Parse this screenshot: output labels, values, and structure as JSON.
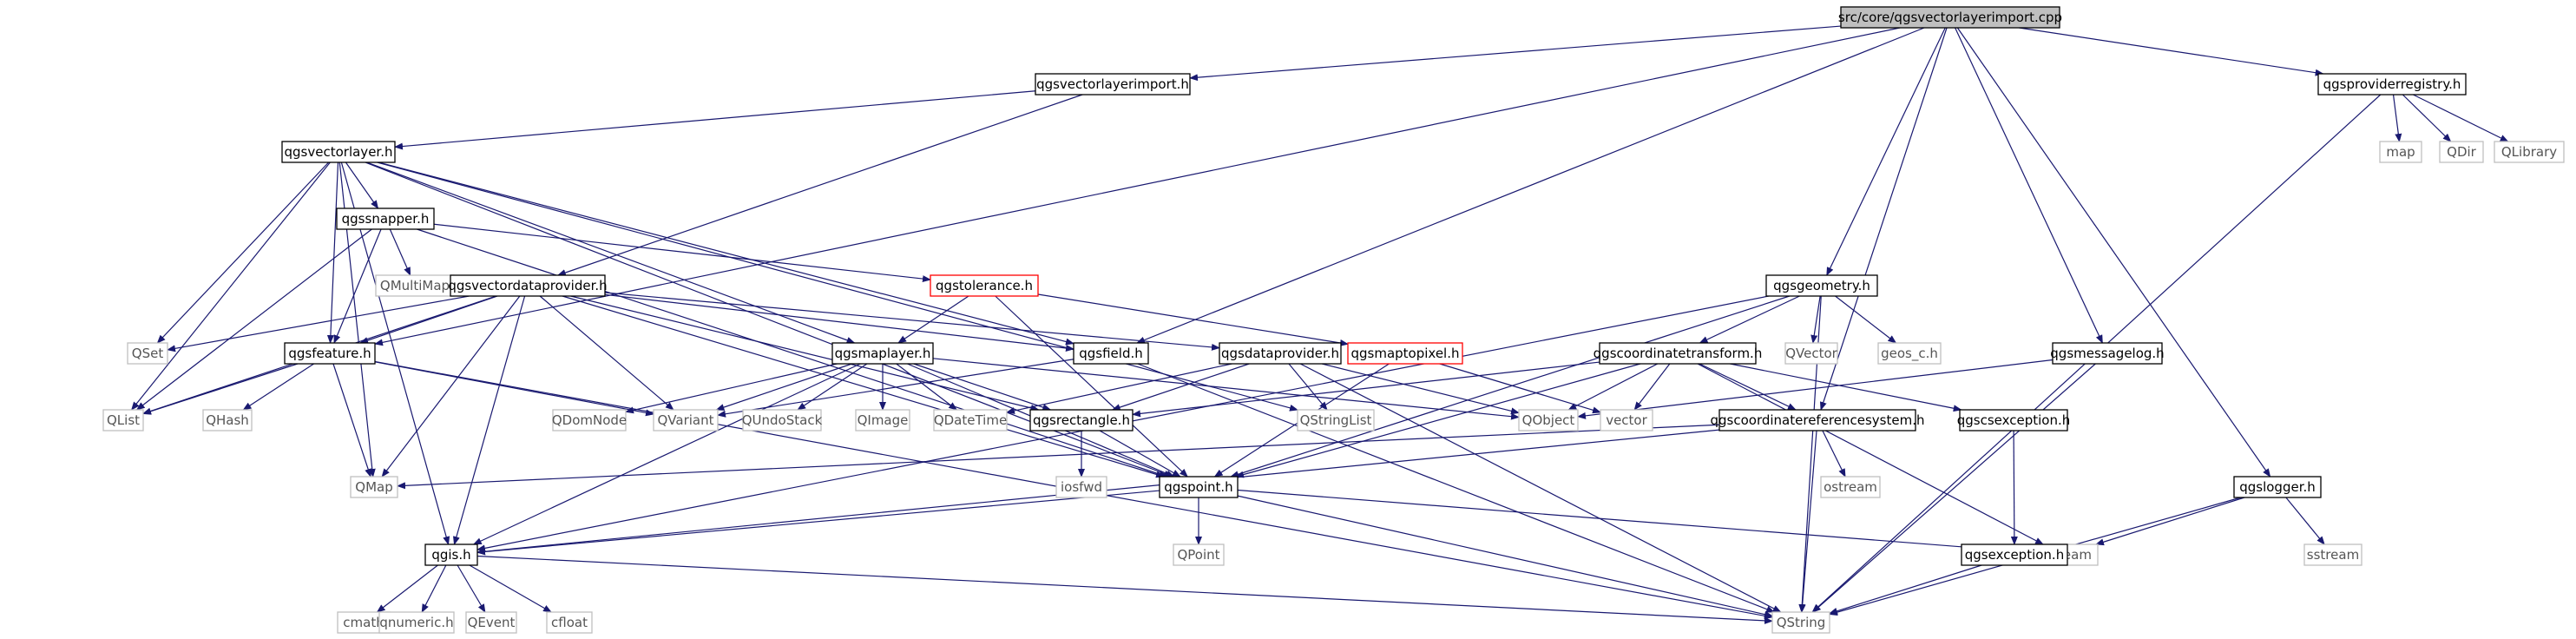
{
  "graph": {
    "colors": {
      "edge": "#191970",
      "box_border": "#000000",
      "box_border_gray": "#bfbfbf",
      "box_border_red": "#ff0000",
      "root_fill": "#bfbfbf",
      "text_dark": "#000000",
      "text_gray": "#555555"
    },
    "nodes": {
      "root": "src/core/qgsvectorlayerimport.cpp",
      "vli": "qgsvectorlayerimport.h",
      "preg": "qgsproviderregistry.h",
      "map": "map",
      "qdir": "QDir",
      "qlib": "QLibrary",
      "vl": "qgsvectorlayer.h",
      "snap": "qgssnapper.h",
      "qmm": "QMultiMap",
      "vdp": "qgsvectordataprovider.h",
      "tol": "qgstolerance.h",
      "m2p": "qgsmaptopixel.h",
      "qset": "QSet",
      "feat": "qgsfeature.h",
      "ml": "qgsmaplayer.h",
      "field": "qgsfield.h",
      "dp": "qgsdataprovider.h",
      "geom": "qgsgeometry.h",
      "qvec": "QVector",
      "geosc": "geos_c.h",
      "ct": "qgscoordinatetransform.h",
      "mlog": "qgsmessagelog.h",
      "qlist": "QList",
      "qhash": "QHash",
      "qdom": "QDomNode",
      "qvar": "QVariant",
      "qundo": "QUndoStack",
      "qimg": "QImage",
      "qdt": "QDateTime",
      "rect": "qgsrectangle.h",
      "qsl": "QStringList",
      "qobj": "QObject",
      "vector": "vector",
      "crs": "qgscoordinatereferencesystem.h",
      "csex": "qgscsexception.h",
      "logger": "qgslogger.h",
      "qmap": "QMap",
      "iosfwd": "iosfwd",
      "point": "qgspoint.h",
      "ostream": "ostream",
      "qpoint": "QPoint",
      "iostream": "iostream",
      "exc": "qgsexception.h",
      "sstream": "sstream",
      "qgis": "qgis.h",
      "cmath": "cmath",
      "qnum": "qnumeric.h",
      "qevent": "QEvent",
      "cfloat": "cfloat",
      "qstring": "QString"
    },
    "edges": [
      [
        "root",
        "vli"
      ],
      [
        "root",
        "preg"
      ],
      [
        "root",
        "feat"
      ],
      [
        "root",
        "field"
      ],
      [
        "root",
        "geom"
      ],
      [
        "root",
        "crs"
      ],
      [
        "root",
        "mlog"
      ],
      [
        "root",
        "logger"
      ],
      [
        "vli",
        "vl"
      ],
      [
        "vli",
        "vdp"
      ],
      [
        "preg",
        "map"
      ],
      [
        "preg",
        "qdir"
      ],
      [
        "preg",
        "qlib"
      ],
      [
        "preg",
        "qstring"
      ],
      [
        "vl",
        "snap"
      ],
      [
        "vl",
        "qset"
      ],
      [
        "vl",
        "qlist"
      ],
      [
        "vl",
        "qmap"
      ],
      [
        "vl",
        "qgis"
      ],
      [
        "vl",
        "feat"
      ],
      [
        "vl",
        "ml"
      ],
      [
        "vl",
        "field"
      ],
      [
        "vl",
        "qsl"
      ],
      [
        "vl",
        "point"
      ],
      [
        "snap",
        "qmm"
      ],
      [
        "snap",
        "tol"
      ],
      [
        "snap",
        "feat"
      ],
      [
        "snap",
        "qlist"
      ],
      [
        "snap",
        "point"
      ],
      [
        "vdp",
        "qset"
      ],
      [
        "vdp",
        "qlist"
      ],
      [
        "vdp",
        "feat"
      ],
      [
        "vdp",
        "qmap"
      ],
      [
        "vdp",
        "qgis"
      ],
      [
        "vdp",
        "field"
      ],
      [
        "vdp",
        "dp"
      ],
      [
        "vdp",
        "rect"
      ],
      [
        "vdp",
        "qvar"
      ],
      [
        "vdp",
        "point"
      ],
      [
        "tol",
        "ml"
      ],
      [
        "tol",
        "m2p"
      ],
      [
        "tol",
        "point"
      ],
      [
        "feat",
        "qlist"
      ],
      [
        "feat",
        "qhash"
      ],
      [
        "feat",
        "qmap"
      ],
      [
        "feat",
        "qvar"
      ],
      [
        "feat",
        "qstring"
      ],
      [
        "ml",
        "qgis"
      ],
      [
        "ml",
        "qdom"
      ],
      [
        "ml",
        "qvar"
      ],
      [
        "ml",
        "qundo"
      ],
      [
        "ml",
        "qimg"
      ],
      [
        "ml",
        "qdt"
      ],
      [
        "ml",
        "rect"
      ],
      [
        "ml",
        "qobj"
      ],
      [
        "ml",
        "point"
      ],
      [
        "field",
        "qvar"
      ],
      [
        "field",
        "qstring"
      ],
      [
        "dp",
        "qdt"
      ],
      [
        "dp",
        "qsl"
      ],
      [
        "dp",
        "qobj"
      ],
      [
        "dp",
        "rect"
      ],
      [
        "dp",
        "qstring"
      ],
      [
        "m2p",
        "point"
      ],
      [
        "m2p",
        "vector"
      ],
      [
        "geom",
        "qvec"
      ],
      [
        "geom",
        "geosc"
      ],
      [
        "geom",
        "ct"
      ],
      [
        "geom",
        "qgis"
      ],
      [
        "geom",
        "point"
      ],
      [
        "geom",
        "qstring"
      ],
      [
        "ct",
        "qobj"
      ],
      [
        "ct",
        "vector"
      ],
      [
        "ct",
        "rect"
      ],
      [
        "ct",
        "crs"
      ],
      [
        "ct",
        "csex"
      ],
      [
        "ct",
        "point"
      ],
      [
        "ct",
        "iostream"
      ],
      [
        "mlog",
        "qobj"
      ],
      [
        "mlog",
        "qstring"
      ],
      [
        "rect",
        "iosfwd"
      ],
      [
        "rect",
        "point"
      ],
      [
        "crs",
        "qmap"
      ],
      [
        "crs",
        "ostream"
      ],
      [
        "crs",
        "qstring"
      ],
      [
        "crs",
        "qgis"
      ],
      [
        "csex",
        "exc"
      ],
      [
        "point",
        "qpoint"
      ],
      [
        "point",
        "iostream"
      ],
      [
        "point",
        "qstring"
      ],
      [
        "point",
        "qgis"
      ],
      [
        "exc",
        "qstring"
      ],
      [
        "logger",
        "iostream"
      ],
      [
        "logger",
        "sstream"
      ],
      [
        "logger",
        "qstring"
      ],
      [
        "qgis",
        "cmath"
      ],
      [
        "qgis",
        "qnum"
      ],
      [
        "qgis",
        "qevent"
      ],
      [
        "qgis",
        "cfloat"
      ],
      [
        "qgis",
        "qstring"
      ]
    ]
  }
}
